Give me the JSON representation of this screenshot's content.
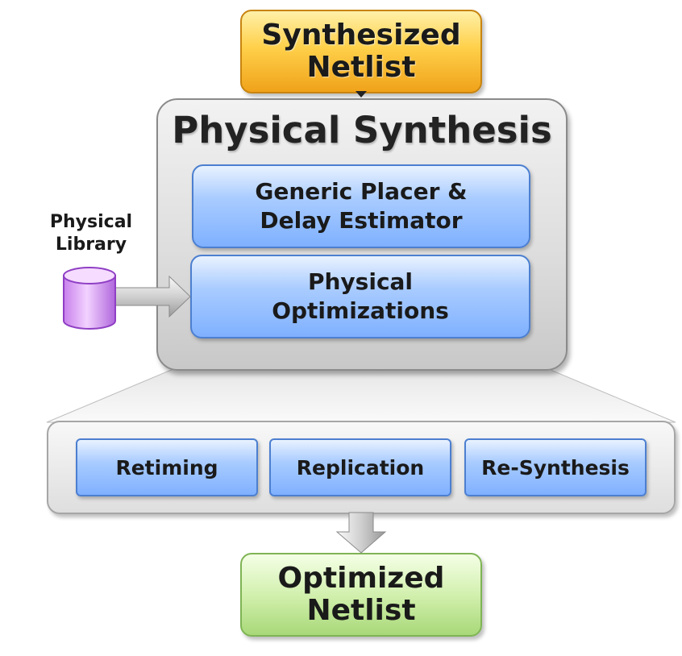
{
  "diagram": {
    "input": {
      "label": "Synthesized\nNetlist"
    },
    "container": {
      "title": "Physical Synthesis"
    },
    "stages": [
      {
        "label": "Generic Placer &\nDelay Estimator"
      },
      {
        "label": "Physical\nOptimizations"
      }
    ],
    "library": {
      "label": "Physical\nLibrary"
    },
    "optimizations": [
      {
        "label": "Retiming"
      },
      {
        "label": "Replication"
      },
      {
        "label": "Re-Synthesis"
      }
    ],
    "output": {
      "label": "Optimized\nNetlist"
    }
  },
  "colors": {
    "input_fill": "#ffd04a",
    "stage_fill": "#a9ccff",
    "output_fill": "#d2f0ae",
    "library_fill": "#e2aaf5",
    "panel_fill": "#dcdcdc"
  }
}
